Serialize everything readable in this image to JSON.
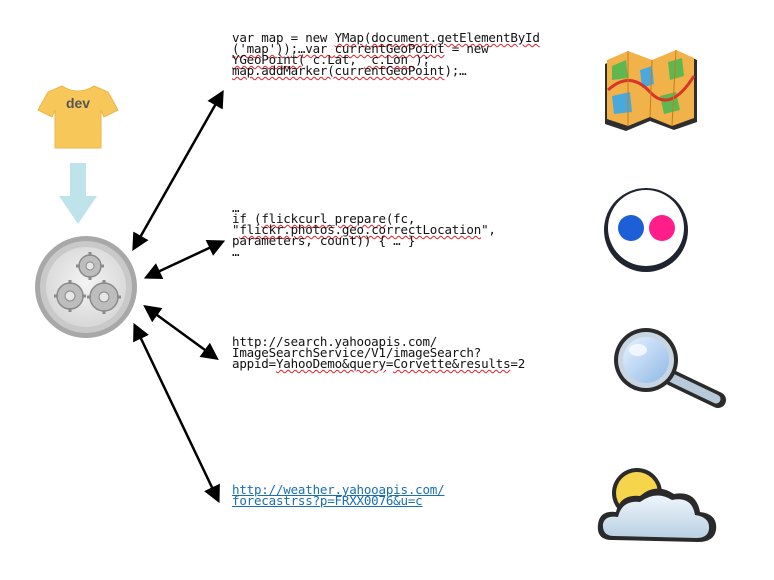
{
  "dev_shirt": {
    "label": "dev"
  },
  "snippets": {
    "ymap": {
      "l1a": "var map = new ",
      "l1b": "YMap(document.getElementById",
      "l2a": "('map'));…var ",
      "l2b": "currentGeoPoint",
      "l2c": " = new",
      "l3a": "YGeoPoint(",
      "l3b": " c.Lat, ",
      "l3c": " c.Lon ",
      "l3d": ");",
      "l4a": "map.addMarker(currentGeoPoint",
      "l4b": ");…"
    },
    "flickr": {
      "l0": "…",
      "l1a": "if (",
      "l1b": "flickcurl_prepare",
      "l1c": "(fc,",
      "l2a": "\"",
      "l2b": "flickr.photos.geo.correctLocation",
      "l2c": "\",",
      "l3": "parameters, count)) { … }",
      "l4": "…"
    },
    "search": {
      "l1": "http://search.yahooapis.com/",
      "l2": "ImageSearchService/V1/imageSearch?",
      "l3a": "appid=",
      "l3b": "YahooDemo&query",
      "l3c": "=",
      "l3d": "Corvette&results",
      "l3e": "=2"
    },
    "weather": {
      "l1": "http://weather.yahooapis.com/",
      "l2": "forecastrss?p=FRXX0076&u=c"
    }
  },
  "icons": [
    "t-shirt-icon",
    "gears-icon",
    "map-icon",
    "flickr-icon",
    "magnifier-icon",
    "weather-icon"
  ],
  "colors": {
    "shirt": "#f7c75a",
    "arrow_down": "#bfe3ea",
    "gear_ring": "#9b9b9b",
    "flickr_blue": "#1e5fd8",
    "flickr_pink": "#ff1d8a",
    "link": "#1a6fb0",
    "squiggle": "#e0202a"
  }
}
